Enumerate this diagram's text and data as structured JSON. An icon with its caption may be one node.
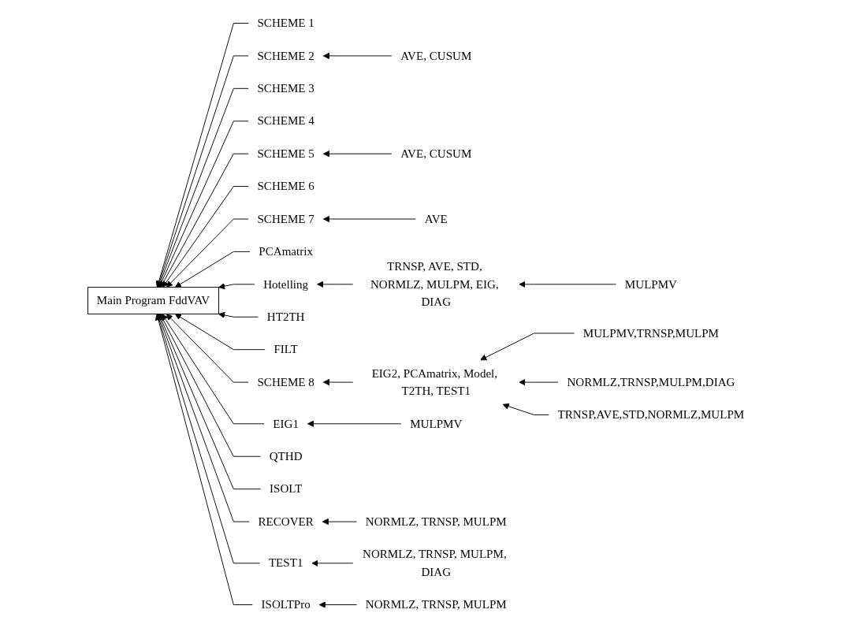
{
  "diagram": {
    "nodes": [
      {
        "text": [
          "Main Program FddVAV"
        ]
      },
      {
        "text": [
          "SCHEME 1"
        ]
      },
      {
        "text": [
          "SCHEME 2"
        ]
      },
      {
        "text": [
          "SCHEME 3"
        ]
      },
      {
        "text": [
          "SCHEME 4"
        ]
      },
      {
        "text": [
          "SCHEME 5"
        ]
      },
      {
        "text": [
          "SCHEME 6"
        ]
      },
      {
        "text": [
          "SCHEME 7"
        ]
      },
      {
        "text": [
          "PCAmatrix"
        ]
      },
      {
        "text": [
          "Hotelling"
        ]
      },
      {
        "text": [
          "HT2TH"
        ]
      },
      {
        "text": [
          "FILT"
        ]
      },
      {
        "text": [
          "SCHEME 8"
        ]
      },
      {
        "text": [
          "EIG1"
        ]
      },
      {
        "text": [
          "QTHD"
        ]
      },
      {
        "text": [
          "ISOLT"
        ]
      },
      {
        "text": [
          "RECOVER"
        ]
      },
      {
        "text": [
          "TEST1"
        ]
      },
      {
        "text": [
          "ISOLTPro"
        ]
      },
      {
        "text": [
          "AVE, CUSUM"
        ]
      },
      {
        "text": [
          "AVE, CUSUM"
        ]
      },
      {
        "text": [
          "AVE"
        ]
      },
      {
        "text": [
          "MULPMV"
        ]
      },
      {
        "text": [
          "TRNSP, AVE, STD, NORMLZ, MULPM, EIG, DIAG"
        ]
      },
      {
        "text": [
          "MULPMV,TRNSP,MULPM"
        ]
      },
      {
        "text": [
          "NORMLZ,TRNSP,MULPM,DIAG"
        ]
      },
      {
        "text": [
          "EIG2, PCAmatrix, Model, T2TH, TEST1"
        ]
      },
      {
        "text": [
          "MULPMV"
        ]
      },
      {
        "text": [
          "TRNSP,AVE,STD,NORMLZ,MULPM"
        ]
      },
      {
        "text": [
          "NORMLZ, TRNSP, MULPM"
        ]
      },
      {
        "text": [
          "NORMLZ, TRNSP, MULPM, DIAG"
        ]
      },
      {
        "text": [
          "NORMLZ, TRNSP, MULPM"
        ]
      }
    ],
    "edges": [
      {
        "from": 1,
        "to": 0,
        "arrow": "to"
      },
      {
        "from": 2,
        "to": 0,
        "arrow": "to"
      },
      {
        "from": 3,
        "to": 0,
        "arrow": "to"
      },
      {
        "from": 4,
        "to": 0,
        "arrow": "to"
      },
      {
        "from": 5,
        "to": 0,
        "arrow": "to"
      },
      {
        "from": 6,
        "to": 0,
        "arrow": "to"
      },
      {
        "from": 7,
        "to": 0,
        "arrow": "to"
      },
      {
        "from": 8,
        "to": 0,
        "arrow": "to"
      },
      {
        "from": 9,
        "to": 0,
        "arrow": "to"
      },
      {
        "from": 10,
        "to": 0,
        "arrow": "to"
      },
      {
        "from": 11,
        "to": 0,
        "arrow": "to"
      },
      {
        "from": 12,
        "to": 0,
        "arrow": "to"
      },
      {
        "from": 13,
        "to": 0,
        "arrow": "to"
      },
      {
        "from": 14,
        "to": 0,
        "arrow": "to"
      },
      {
        "from": 15,
        "to": 0,
        "arrow": "to"
      },
      {
        "from": 16,
        "to": 0,
        "arrow": "to"
      },
      {
        "from": 17,
        "to": 0,
        "arrow": "to"
      },
      {
        "from": 18,
        "to": 0,
        "arrow": "to"
      },
      {
        "from": 19,
        "to": 2,
        "arrow": "to"
      },
      {
        "from": 20,
        "to": 5,
        "arrow": "to"
      },
      {
        "from": 21,
        "to": 7,
        "arrow": "to"
      },
      {
        "from": 22,
        "to": 23,
        "arrow": "to"
      },
      {
        "from": 23,
        "to": 9,
        "arrow": "to"
      },
      {
        "from": 24,
        "to": 26,
        "arrow": "to"
      },
      {
        "from": 25,
        "to": 26,
        "arrow": "to"
      },
      {
        "from": 26,
        "to": 12,
        "arrow": "to"
      },
      {
        "from": 27,
        "to": 13,
        "arrow": "to"
      },
      {
        "from": 28,
        "to": 26,
        "arrow": "to"
      },
      {
        "from": 29,
        "to": 16,
        "arrow": "to"
      },
      {
        "from": 30,
        "to": 17,
        "arrow": "to"
      },
      {
        "from": 31,
        "to": 18,
        "arrow": "to"
      }
    ]
  }
}
